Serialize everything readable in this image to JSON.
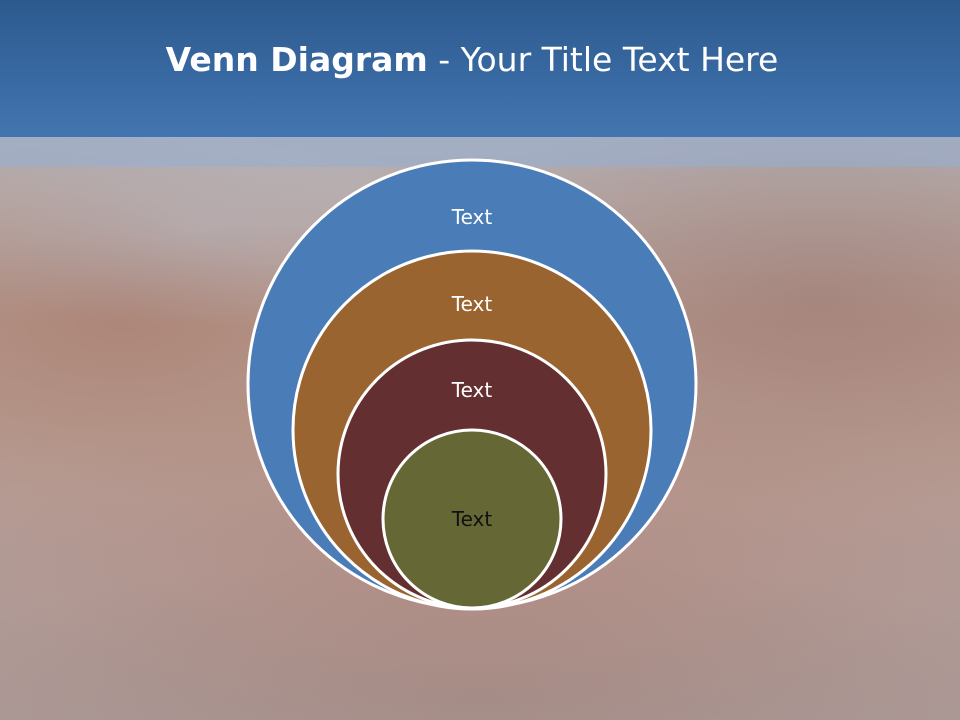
{
  "title": {
    "bold": "Venn Diagram",
    "rest": " - Your Title Text Here"
  },
  "colors": {
    "header": "#3a6aa3",
    "ring1": "#4a7cb8",
    "ring2": "#9a6430",
    "ring3": "#642f30",
    "ring4": "#656834",
    "stroke": "#ffffff"
  },
  "diagram": {
    "labels": [
      "Text",
      "Text",
      "Text",
      "Text"
    ]
  }
}
